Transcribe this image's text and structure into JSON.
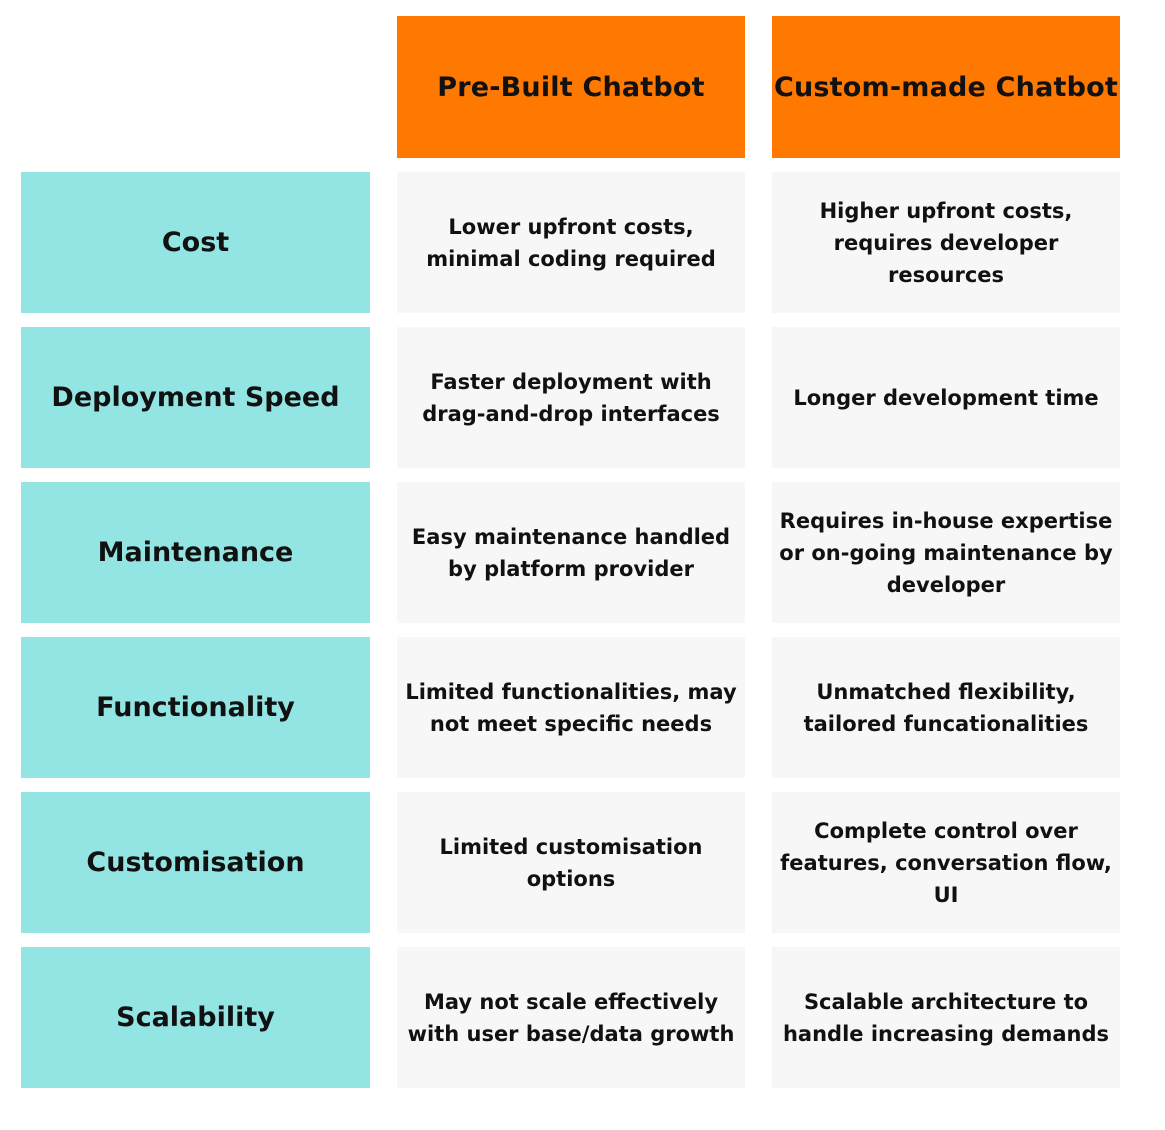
{
  "colors": {
    "header_bg": "#ff7800",
    "label_bg": "#93e5e3",
    "cell_bg": "#f7f7f7",
    "text": "#111111"
  },
  "headers": [
    "Pre-Built Chatbot",
    "Custom-made Chatbot"
  ],
  "rows": [
    {
      "label": "Cost",
      "prebuilt": "Lower upfront costs, minimal coding required",
      "custom": "Higher upfront costs, requires developer resources"
    },
    {
      "label": "Deployment Speed",
      "prebuilt": "Faster deployment with drag-and-drop interfaces",
      "custom": "Longer development time"
    },
    {
      "label": "Maintenance",
      "prebuilt": "Easy maintenance handled by platform provider",
      "custom": "Requires in-house expertise or on-going maintenance by developer"
    },
    {
      "label": "Functionality",
      "prebuilt": "Limited functionalities, may not meet specific needs",
      "custom": "Unmatched flexibility, tailored funcationalities"
    },
    {
      "label": "Customisation",
      "prebuilt": "Limited customisation options",
      "custom": "Complete control over features, conversation flow, UI"
    },
    {
      "label": "Scalability",
      "prebuilt": "May not scale effectively with user base/data growth",
      "custom": "Scalable architecture to handle increasing demands"
    }
  ]
}
